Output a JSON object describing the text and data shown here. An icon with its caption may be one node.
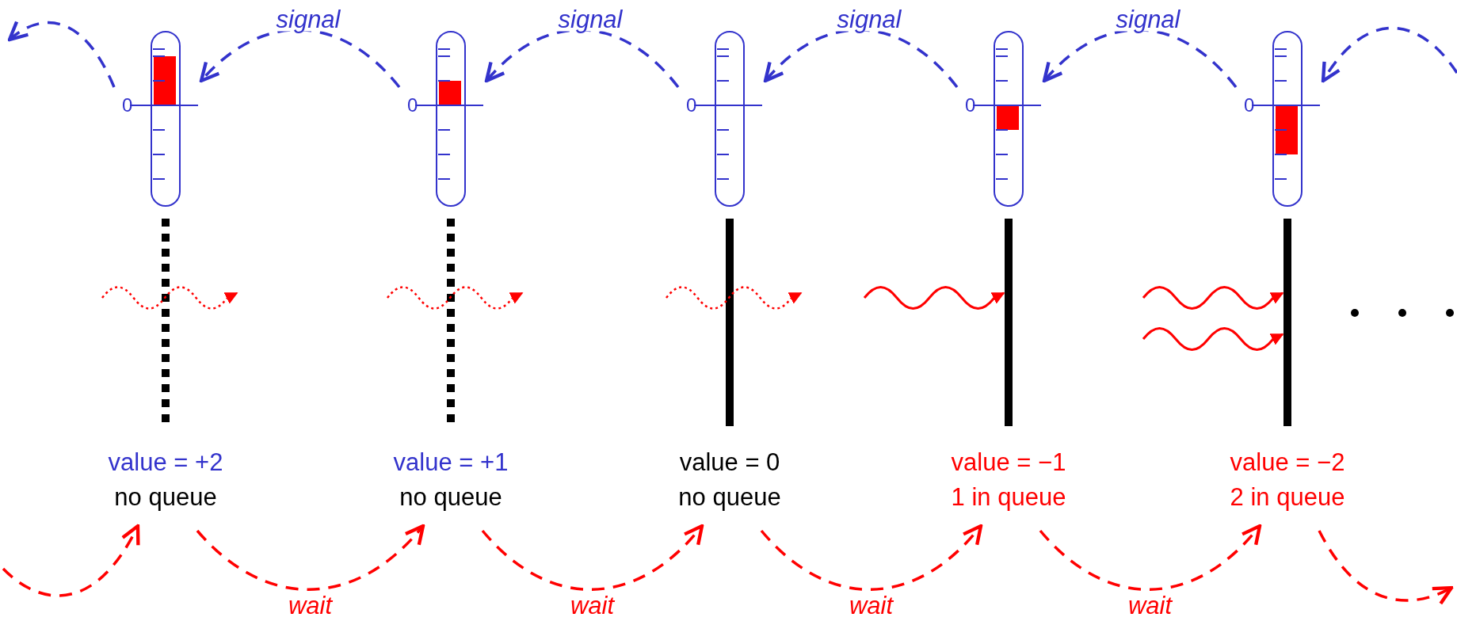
{
  "diagram": {
    "nodes": [
      {
        "text": [
          "0"
        ]
      },
      {
        "text": [
          "0"
        ]
      },
      {
        "text": [
          "0"
        ]
      },
      {
        "text": [
          "0"
        ]
      },
      {
        "text": [
          "0"
        ]
      },
      {
        "text": [
          "value = +2",
          "no queue"
        ]
      },
      {
        "text": [
          "value = +1",
          "no queue"
        ]
      },
      {
        "text": [
          "value = 0",
          "no queue"
        ]
      },
      {
        "text": [
          "value = −1",
          "1 in queue"
        ]
      },
      {
        "text": [
          "value = −2",
          "2 in queue"
        ]
      }
    ],
    "edges": [
      {
        "from": 0,
        "to": null,
        "arrow": "to",
        "style": "dashed",
        "color": "#3333cc"
      },
      {
        "from": 1,
        "to": 0,
        "arrow": "to",
        "label": "signal",
        "style": "dashed",
        "color": "#3333cc"
      },
      {
        "from": 2,
        "to": 1,
        "arrow": "to",
        "label": "signal",
        "style": "dashed",
        "color": "#3333cc"
      },
      {
        "from": 3,
        "to": 2,
        "arrow": "to",
        "label": "signal",
        "style": "dashed",
        "color": "#3333cc"
      },
      {
        "from": 4,
        "to": 3,
        "arrow": "to",
        "label": "signal",
        "style": "dashed",
        "color": "#3333cc"
      },
      {
        "from": null,
        "to": 4,
        "arrow": "to",
        "style": "dashed",
        "color": "#3333cc"
      },
      {
        "from": null,
        "to": 5,
        "arrow": "to",
        "style": "dashed",
        "color": "#ff0000"
      },
      {
        "from": 5,
        "to": 6,
        "arrow": "to",
        "label": "wait",
        "style": "dashed",
        "color": "#ff0000"
      },
      {
        "from": 6,
        "to": 7,
        "arrow": "to",
        "label": "wait",
        "style": "dashed",
        "color": "#ff0000"
      },
      {
        "from": 7,
        "to": 8,
        "arrow": "to",
        "label": "wait",
        "style": "dashed",
        "color": "#ff0000"
      },
      {
        "from": 8,
        "to": 9,
        "arrow": "to",
        "label": "wait",
        "style": "dashed",
        "color": "#ff0000"
      },
      {
        "from": 9,
        "to": null,
        "arrow": "to",
        "style": "dashed",
        "color": "#ff0000"
      }
    ]
  }
}
